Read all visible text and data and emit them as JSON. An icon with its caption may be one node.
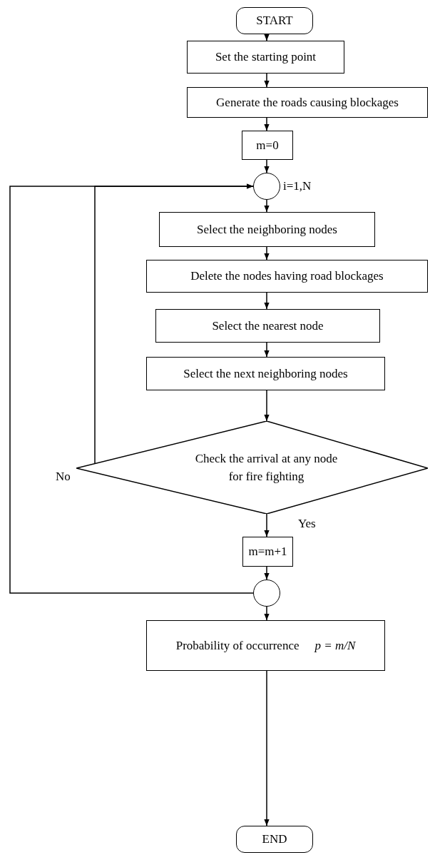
{
  "diagram": {
    "nodes": [
      {
        "text": [
          "START"
        ]
      },
      {
        "text": [
          "Set the starting point"
        ]
      },
      {
        "text": [
          "Generate the roads causing blockages"
        ]
      },
      {
        "text": [
          "m=0"
        ]
      },
      {
        "text": [],
        "shape": "circle",
        "beside": [
          "i=1,N"
        ]
      },
      {
        "text": [
          "Select the neighboring nodes"
        ]
      },
      {
        "text": [
          "Delete the nodes having road blockages"
        ]
      },
      {
        "text": [
          "Select the nearest node"
        ]
      },
      {
        "text": [
          "Select the next neighboring nodes"
        ]
      },
      {
        "text": [
          "Check the arrival at any node for fire fighting"
        ]
      },
      {
        "text": [
          "m=m+1"
        ]
      },
      {
        "text": [],
        "shape": "circle"
      },
      {
        "text": [
          "Probability of occurrence",
          "p = m/N"
        ]
      },
      {
        "text": [
          "END"
        ]
      }
    ],
    "edges": [
      {
        "from": 0,
        "to": 1,
        "arrow": "to"
      },
      {
        "from": 1,
        "to": 2,
        "arrow": "to"
      },
      {
        "from": 2,
        "to": 3,
        "arrow": "to"
      },
      {
        "from": 3,
        "to": 4,
        "arrow": "to"
      },
      {
        "from": 4,
        "to": 5,
        "arrow": "to"
      },
      {
        "from": 5,
        "to": 6,
        "arrow": "to"
      },
      {
        "from": 6,
        "to": 7,
        "arrow": "to"
      },
      {
        "from": 7,
        "to": 8,
        "arrow": "to"
      },
      {
        "from": 8,
        "to": 9,
        "arrow": "to"
      },
      {
        "from": 9,
        "to": 10,
        "label": "Yes",
        "arrow": "to"
      },
      {
        "from": 9,
        "to": 4,
        "label": "No",
        "arrow": "to"
      },
      {
        "from": 10,
        "to": 11,
        "arrow": "to"
      },
      {
        "from": 11,
        "to": 4,
        "arrow": "to"
      },
      {
        "from": 11,
        "to": 12,
        "arrow": "to"
      },
      {
        "from": 12,
        "to": 13,
        "arrow": "to"
      }
    ]
  }
}
